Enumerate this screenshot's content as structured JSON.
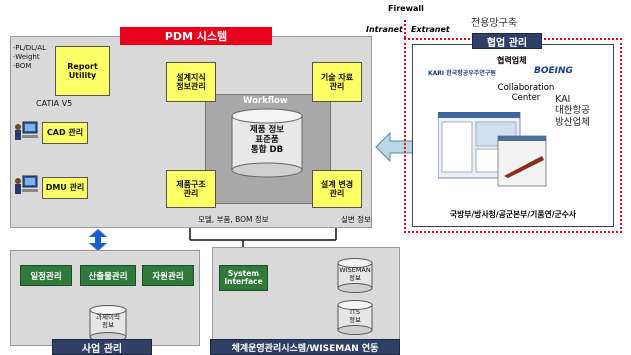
{
  "pdm": {
    "title": "PDM 시스템",
    "side_notes": [
      "·PL/DL/AL",
      "·Weight",
      "·BOM"
    ],
    "catia": "CATIA V5",
    "report_utility": "Report\nUtility",
    "cad": "CAD 관리",
    "dmu": "DMU 관리",
    "design_knowledge": "설계지식\n정보관리",
    "tech_data": "기술 자료\n관리",
    "product_structure": "제품구조\n관리",
    "design_change": "설계 변경\n관리",
    "workflow": "Workflow",
    "db": "제품 정보\n표준품\n통합 DB",
    "model_info": "모델, 부품, BOM 정보",
    "real_info": "실변 정보"
  },
  "network": {
    "firewall": "Firewall",
    "intranet": "Intranet",
    "extranet": "Extranet"
  },
  "partner": {
    "note": "전용망구축",
    "title": "협업 관리",
    "partners_label": "협력업체",
    "kari_logo": "KARI 한국항공우주연구원",
    "boeing_logo": "BOEING",
    "collab_center": "Collaboration\nCenter",
    "kai": "KAI\n대한항공\n방산업체",
    "agencies": "국방부/방사청/공군본부/기품연/군수사"
  },
  "business": {
    "title": "사업 관리",
    "schedule": "일정관리",
    "output": "산출물관리",
    "resource": "자원관리",
    "db": "과제이력\n정보"
  },
  "wiseman": {
    "title": "체계운영관리시스템/WISEMAN 연동",
    "interface": "System\nInterface",
    "wiseman_db": "WISEMAN\n정보",
    "its_db": "ITS\n정보"
  },
  "colors": {
    "red": "#e8001c",
    "navy": "#2f3f66",
    "yellow": "#ffff66",
    "green": "#2f7a3a",
    "blue_arrow": "#1a5fd0"
  }
}
